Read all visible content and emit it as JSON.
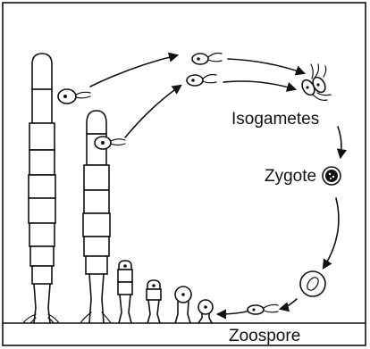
{
  "diagram": {
    "labels": {
      "isogametes": "Isogametes",
      "zygote": "Zygote",
      "zoospore": "Zoospore"
    },
    "colors": {
      "ink": "#111111",
      "background": "#ffffff"
    }
  }
}
